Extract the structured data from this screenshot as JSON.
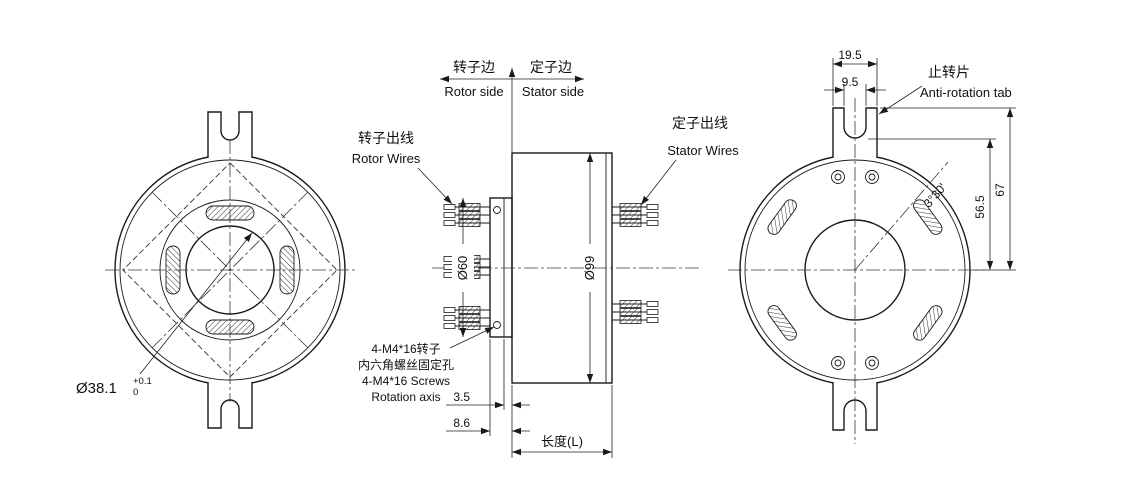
{
  "drawing": {
    "side_markers": {
      "rotor_cn": "转子边",
      "rotor_en": "Rotor side",
      "stator_cn": "定子边",
      "stator_en": "Stator side"
    },
    "callouts": {
      "rotor_wires_cn": "转子出线",
      "rotor_wires_en": "Rotor Wires",
      "stator_wires_cn": "定子出线",
      "stator_wires_en": "Stator Wires",
      "anti_rotation_cn": "止转片",
      "anti_rotation_en": "Anti-rotation tab",
      "screws_cn_1": "4-M4*16转子",
      "screws_cn_2": "内六角螺丝固定孔",
      "screws_en_1": "4-M4*16 Screws",
      "screws_en_2": "Rotation axis"
    },
    "dims": {
      "bore": "Ø38.1",
      "bore_tol_up": "+0.1",
      "bore_tol_dn": "0",
      "flange_dia": "Ø60",
      "body_dia": "Ø99",
      "plate": "3.5",
      "boss": "8.6",
      "length": "长度(L)",
      "tab_w": "19.5",
      "slot_w": "9.5",
      "h67": "67",
      "h565": "56.5",
      "angle": "3°30'"
    }
  }
}
